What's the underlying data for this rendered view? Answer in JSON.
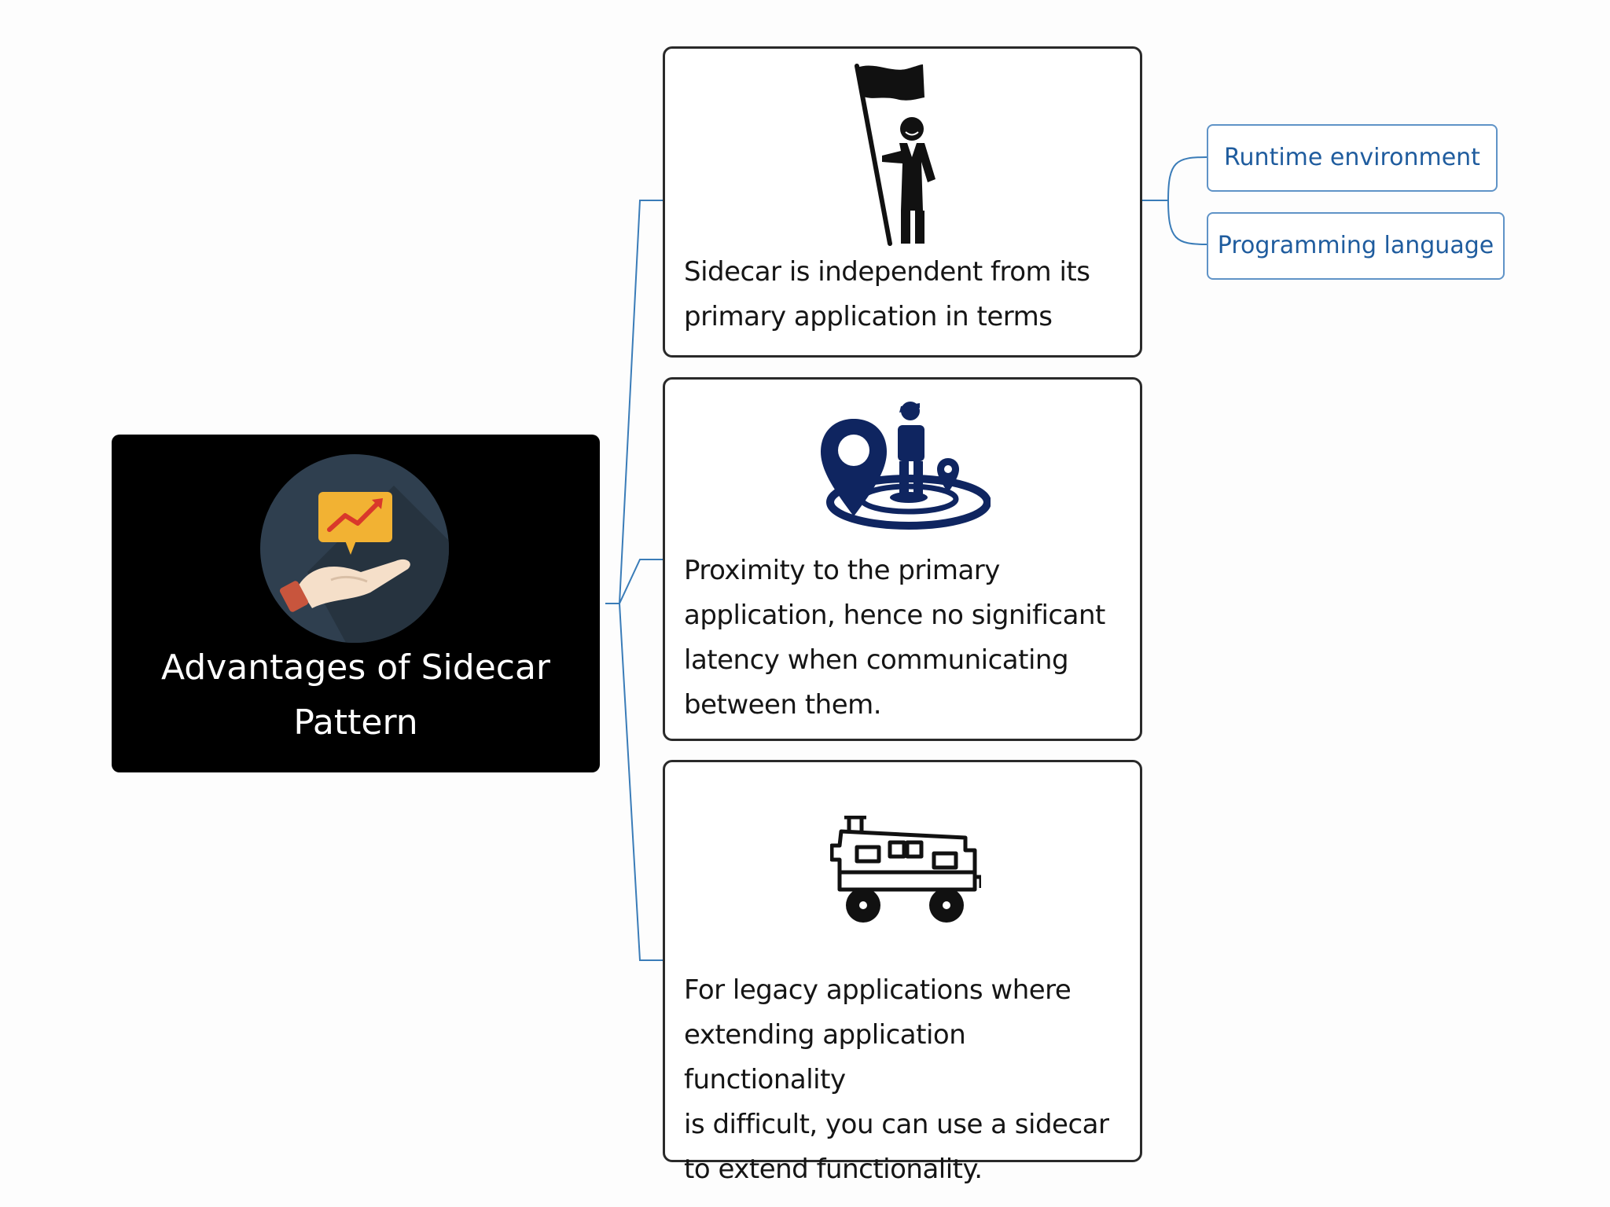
{
  "root": {
    "title_line1": "Advantages of Sidecar",
    "title_line2": "Pattern"
  },
  "cards": [
    {
      "icon": "person-with-flag-icon",
      "lines": [
        "Sidecar is independent from its",
        "primary application in terms"
      ]
    },
    {
      "icon": "person-location-pin-icon",
      "lines": [
        "Proximity to the primary",
        "application, hence no significant",
        "latency when communicating",
        "between them."
      ]
    },
    {
      "icon": "wagon-car-icon",
      "lines": [
        "For legacy applications where",
        "extending application functionality",
        "is difficult, you can use a sidecar",
        "to extend functionality."
      ]
    }
  ],
  "leaves": [
    {
      "label": "Runtime environment"
    },
    {
      "label": "Programming language"
    }
  ],
  "colors": {
    "connector": "#3a7cb8",
    "leaf_text": "#1f5c9e",
    "root_bg": "#000000",
    "icon_navy": "#0f2560",
    "icon_circle": "#2f3f4f",
    "icon_speech": "#f2b233"
  }
}
